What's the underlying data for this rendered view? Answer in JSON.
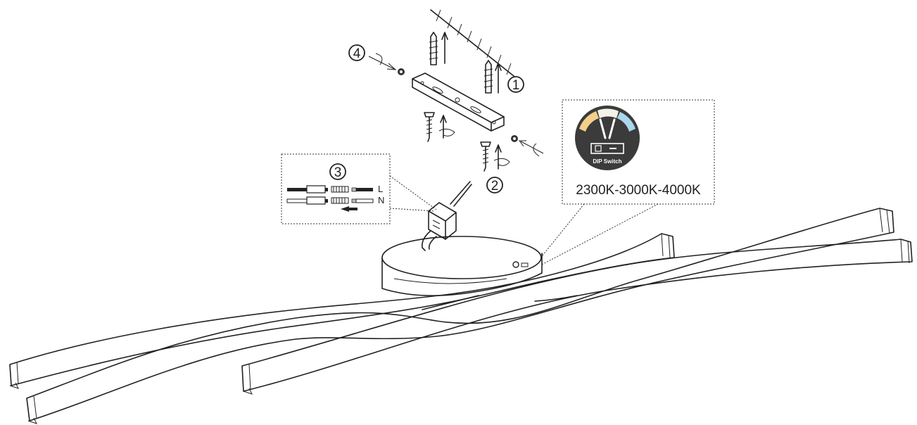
{
  "steps": {
    "step1": "1",
    "step2": "2",
    "step3": "3",
    "step4": "4"
  },
  "wiring": {
    "live_label": "L",
    "neutral_label": "N"
  },
  "dip_switch": {
    "badge_label": "DIP Switch",
    "color_temperatures": "2300K-3000K-4000K",
    "colors": {
      "warm": "#f2cf8a",
      "neutral": "#f4f1e8",
      "cool": "#a9d7ec",
      "badge_bg": "#3b3b3b"
    }
  }
}
